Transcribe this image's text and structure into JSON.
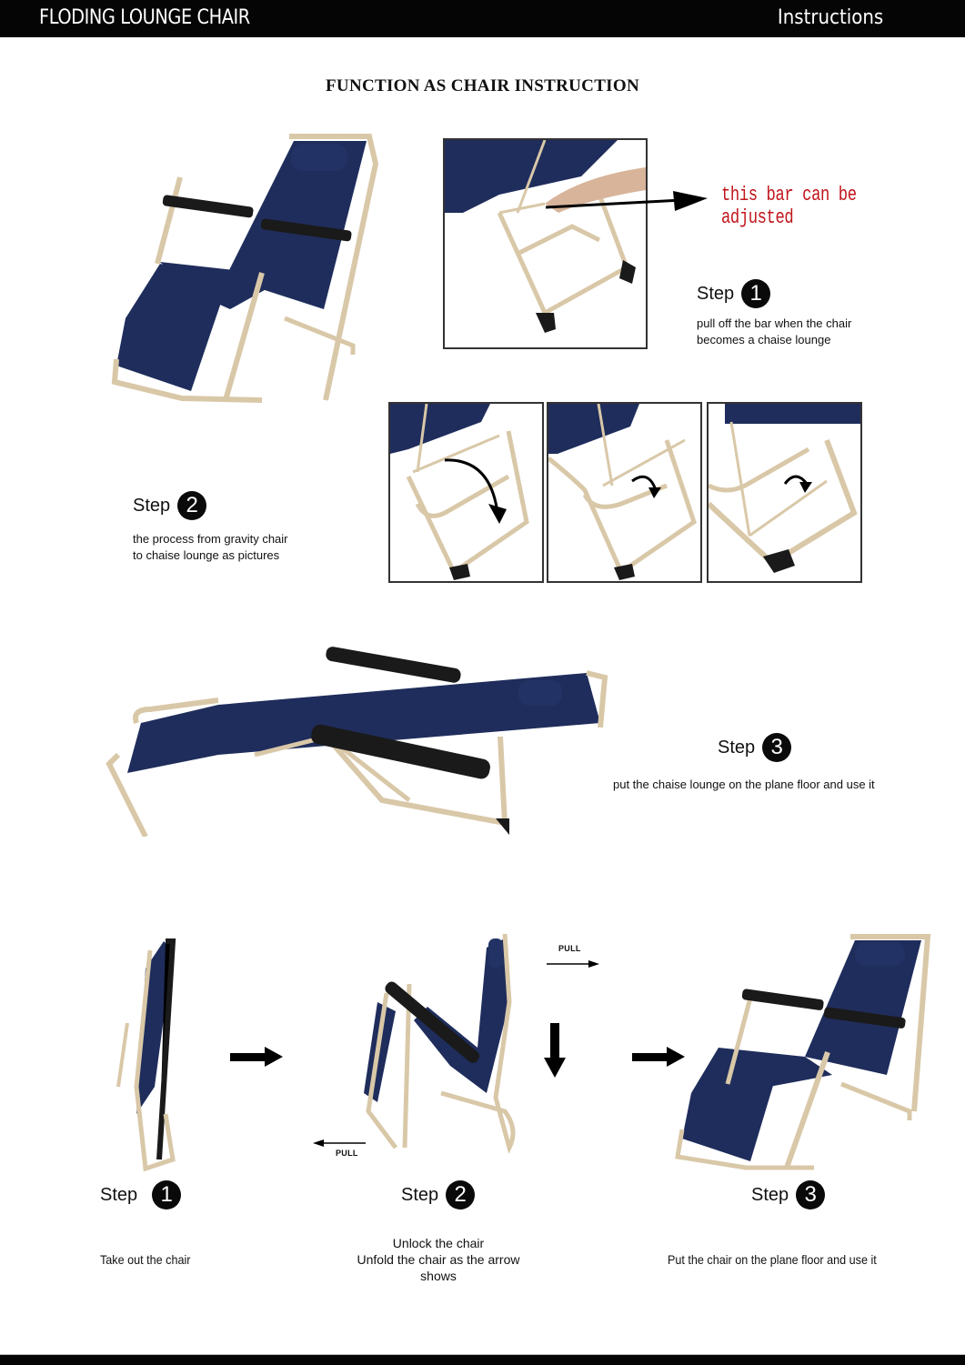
{
  "header": {
    "product_title": "FLODING LOUNGE CHAIR",
    "section_label": "Instructions"
  },
  "document_title": "FUNCTION AS CHAIR INSTRUCTION",
  "colors": {
    "bar": "#050505",
    "fabric_navy": "#1f2d5c",
    "frame_beige": "#d9c8a8",
    "armrest_black": "#1a1a1a",
    "annotation_red": "#c0151b"
  },
  "chaise_section": {
    "annotation": "this bar can be adjusted",
    "steps": [
      {
        "label": "Step",
        "number": "1",
        "description": [
          "pull off the bar when the chair",
          "becomes a chaise lounge"
        ]
      },
      {
        "label": "Step",
        "number": "2",
        "description": [
          "the process from gravity chair",
          "to chaise lounge as pictures"
        ]
      },
      {
        "label": "Step",
        "number": "3",
        "description": [
          "put the chaise lounge on the plane floor and use it"
        ]
      }
    ],
    "images": [
      {
        "name": "gravity-chair-photo",
        "alt": "navy folding lounge chair in upright gravity position"
      },
      {
        "name": "bar-adjust-photo",
        "alt": "hand pulling the adjustable bar"
      },
      {
        "name": "sequence-photo-1",
        "alt": "leg frame folding, large arrow"
      },
      {
        "name": "sequence-photo-2",
        "alt": "leg frame folding, curved arrow"
      },
      {
        "name": "sequence-photo-3",
        "alt": "leg frame folded, curved arrow"
      },
      {
        "name": "chaise-lounge-photo",
        "alt": "chair fully reclined as chaise lounge"
      }
    ]
  },
  "unfold_section": {
    "pull_labels": [
      "PULL",
      "PULL"
    ],
    "steps": [
      {
        "label": "Step",
        "number": "1",
        "description": [
          "Take out the chair"
        ]
      },
      {
        "label": "Step",
        "number": "2",
        "description": [
          "Unlock the chair",
          "Unfold the chair as the arrow shows"
        ]
      },
      {
        "label": "Step",
        "number": "3",
        "description": [
          "Put the chair on the plane floor and use it"
        ]
      }
    ]
  }
}
